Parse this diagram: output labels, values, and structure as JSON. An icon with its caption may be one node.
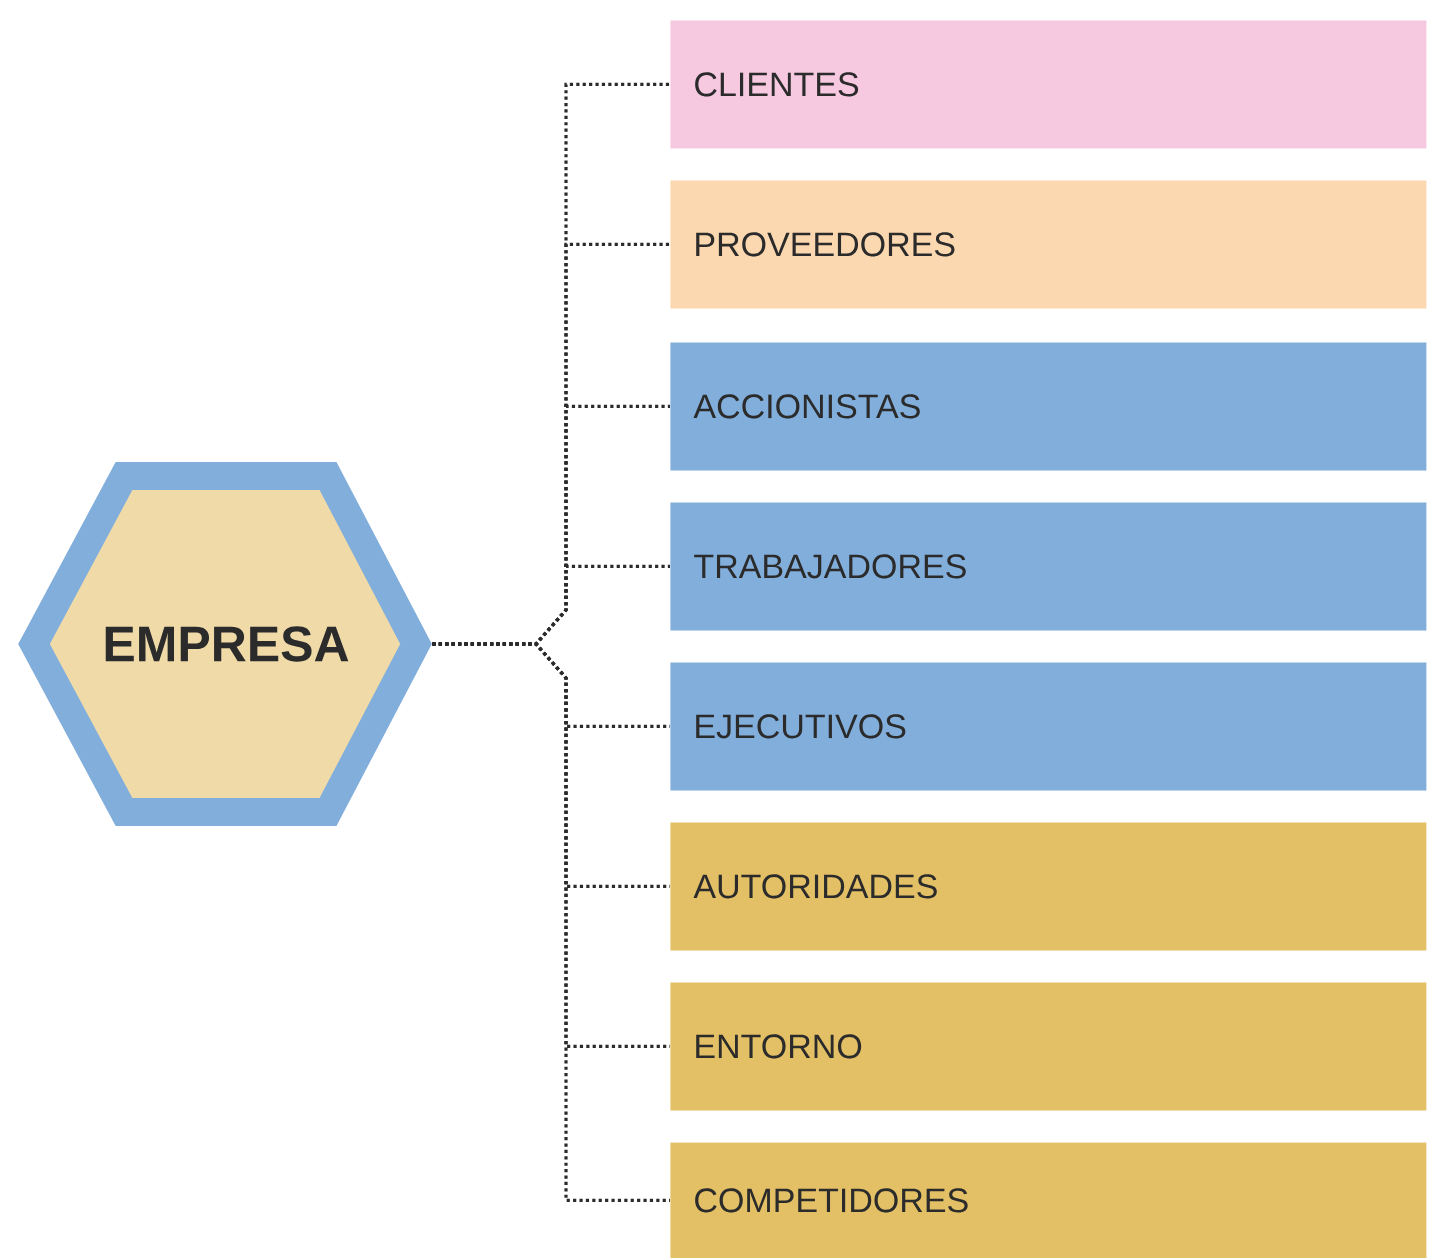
{
  "diagram": {
    "nodes": [
      {
        "text": [
          "EMPRESA"
        ]
      },
      {
        "text": [
          "CLIENTES"
        ]
      },
      {
        "text": [
          "PROVEEDORES"
        ]
      },
      {
        "text": [
          "ACCIONISTAS"
        ]
      },
      {
        "text": [
          "TRABAJADORES"
        ]
      },
      {
        "text": [
          "EJECUTIVOS"
        ]
      },
      {
        "text": [
          "AUTORIDADES"
        ]
      },
      {
        "text": [
          "ENTORNO"
        ]
      },
      {
        "text": [
          "COMPETIDORES"
        ]
      }
    ],
    "edges": [
      {
        "from": 0,
        "to": 1,
        "arrow": "none"
      },
      {
        "from": 0,
        "to": 2,
        "arrow": "none"
      },
      {
        "from": 0,
        "to": 3,
        "arrow": "none"
      },
      {
        "from": 0,
        "to": 4,
        "arrow": "none"
      },
      {
        "from": 0,
        "to": 5,
        "arrow": "none"
      },
      {
        "from": 0,
        "to": 6,
        "arrow": "none"
      },
      {
        "from": 0,
        "to": 7,
        "arrow": "none"
      },
      {
        "from": 0,
        "to": 8,
        "arrow": "none"
      }
    ]
  }
}
